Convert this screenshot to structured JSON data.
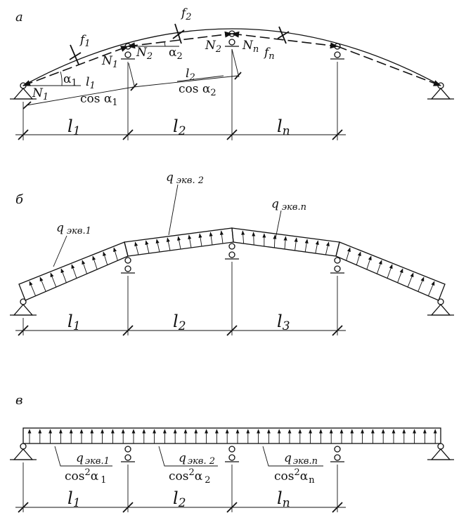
{
  "panels": {
    "a": {
      "letter": "а",
      "f1": "f",
      "f1_sub": "1",
      "f2": "f",
      "f2_sub": "2",
      "fn": "f",
      "fn_sub": "n",
      "alpha1": "α",
      "alpha1_sub": "1",
      "alpha2": "α",
      "alpha2_sub": "2",
      "N1": "N",
      "N1_sub": "1",
      "N1b": "N",
      "N1b_sub": "1",
      "N2": "N",
      "N2_sub": "2",
      "N2b": "N",
      "N2b_sub": "2",
      "Nn": "N",
      "Nn_sub": "n",
      "frac1_num": "l",
      "frac1_num_sub": "1",
      "frac1_den": "cos α",
      "frac1_den_sub": "1",
      "frac2_num": "l",
      "frac2_num_sub": "2",
      "frac2_den": "cos α",
      "frac2_den_sub": "2",
      "spans": [
        {
          "l": "l",
          "sub": "1"
        },
        {
          "l": "l",
          "sub": "2"
        },
        {
          "l": "l",
          "sub": "n"
        }
      ]
    },
    "b": {
      "letter": "б",
      "q1": "q",
      "q1_sub": "экв.1",
      "q2": "q",
      "q2_sub": "экв. 2",
      "qn": "q",
      "qn_sub": "экв.",
      "qn_idx": "n",
      "spans": [
        {
          "l": "l",
          "sub": "1"
        },
        {
          "l": "l",
          "sub": "2"
        },
        {
          "l": "l",
          "sub": "3"
        }
      ]
    },
    "c": {
      "letter": "в",
      "loads": [
        {
          "q": "q",
          "sub": "экв.1",
          "den": "cos",
          "pow": "2",
          "alpha": "α",
          "asub": "1"
        },
        {
          "q": "q",
          "sub": "экв. 2",
          "den": "cos",
          "pow": "2",
          "alpha": "α",
          "asub": "2"
        },
        {
          "q": "q",
          "sub": "экв.",
          "idx": "n",
          "den": "cos",
          "pow": "2",
          "alpha": "α",
          "asub": "n"
        }
      ],
      "spans": [
        {
          "l": "l",
          "sub": "1"
        },
        {
          "l": "l",
          "sub": "2"
        },
        {
          "l": "l",
          "sub": "n"
        }
      ]
    }
  }
}
